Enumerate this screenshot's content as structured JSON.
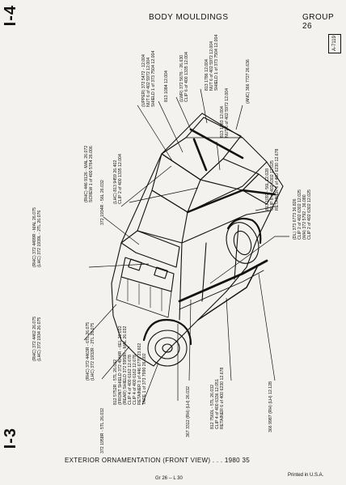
{
  "header": {
    "tab_top": "I-4",
    "title": "BODY MOULDINGS",
    "group": "GROUP 26",
    "tag": "A-7119"
  },
  "callouts": [
    {
      "id": "c1",
      "text": "(UPPER) 372 5472 - 12.004\nNUT 6 of 402 5972 12.004\nSHIELD 1 of 373 7504 12.004"
    },
    {
      "id": "c2",
      "text": "813 1084 12.004"
    },
    {
      "id": "c3",
      "text": "(LWR) 372 5676 - 26.630\nCLIP 6 of 400 1335 12.004"
    },
    {
      "id": "c4",
      "text": "813 1786 12.004\nNUT 6 of 402 5972 12.004\nSHIELD 1 of 373 7504 12.004"
    },
    {
      "id": "c5",
      "text": "813 1783 12.004\nNUT 6 of 402 5972 12.004"
    },
    {
      "id": "c6",
      "text": "(ANC) 366 7727 26.636"
    },
    {
      "id": "c7",
      "text": "(RHC) 446 9126 - MAL 26.072\nSCREW 1 of 400 5764 26.006"
    },
    {
      "id": "c8",
      "text": "(LHC) 813 9459 26.402\nCLIP 2 of 400 1335 12.004"
    },
    {
      "id": "c9",
      "text": "813 1092 - 56L 12.028\nCLIP 8 of 402 6302 12.025\nRETAINER 6 of 400 6230 12.678"
    },
    {
      "id": "c10",
      "text": "(RHC) 372 4499R - MAL 26.075\n(LHC) 372 1939L - 2TL 26.076"
    },
    {
      "id": "c11",
      "text": "372 1934R - 56L 26.032"
    },
    {
      "id": "c12",
      "text": "(DL) 373 6773 36.826\nCLIP 2 of 402 6302 12.025\n(WH) 372 5792 - 36.080\nCLIP 2 of 402 6302 12.025"
    },
    {
      "id": "c13",
      "text": "(RHC) 372 4462 26.075\n(LHC) 372 1934 26.075"
    },
    {
      "id": "c14",
      "text": "(RHC) 372 4463R - 6TL 26.075\n(LHC) 372 1932R - 2TL 26.075"
    },
    {
      "id": "c15",
      "text": "812 5752R - 5TL 26.032\n(FRONT SHIELD 372 4944R - 6EL 26.032\n(REAR) SHIELD 372 5958R - MAL 26.032\nCLIP 4 of 400 6162 12.678\nCLIP 4 of 400 6162 12.678\nRETAINER 3 of 446 6770 23.602\nTAPE 1 of 373 7990 26.002"
    },
    {
      "id": "c16",
      "text": "372 1958R - 5TL 26.032"
    },
    {
      "id": "c17",
      "text": "367 3312 (RH) (LH) 26.032"
    },
    {
      "id": "c18",
      "text": "812 7560L - 5TL 26.032\nCLIP 4 of 400 6336 12.051\nRETAINER 6 of 400 6230 12.678"
    },
    {
      "id": "c19",
      "text": "366 9987 (RH) (LH) 12.128"
    }
  ],
  "footer": {
    "tab_bottom": "I-3",
    "caption": "EXTERIOR ORNAMENTATION (FRONT VIEW) . . . 1980 35",
    "page": "Gr 26 -- L 30",
    "printed": "Printed in U.S.A."
  }
}
